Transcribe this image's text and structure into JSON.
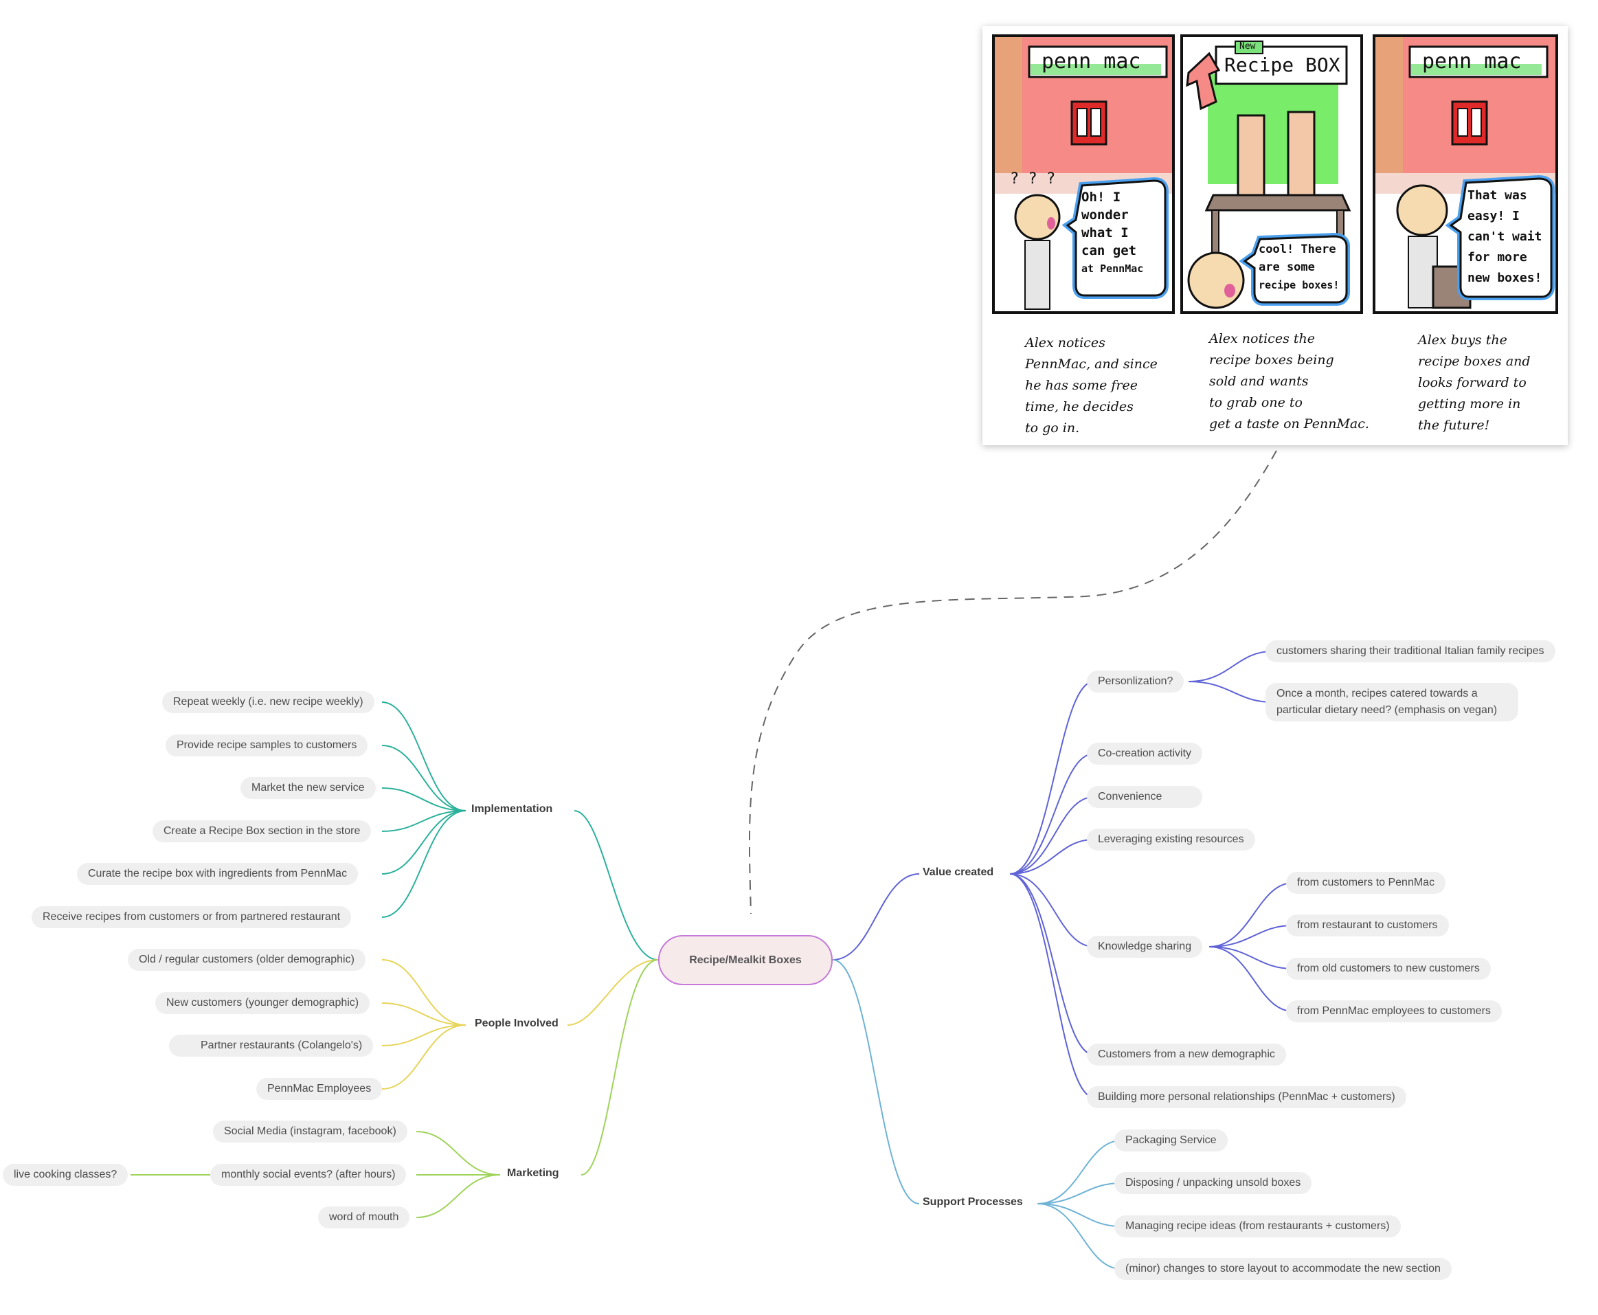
{
  "central": "Recipe/Mealkit Boxes",
  "branches": {
    "implementation": {
      "label": "Implementation",
      "items": [
        "Repeat weekly (i.e. new recipe weekly)",
        "Provide recipe samples to customers",
        "Market the new service",
        "Create a Recipe Box section in the store",
        "Curate the recipe box with ingredients from PennMac",
        "Receive recipes from customers or from partnered restaurant"
      ]
    },
    "people": {
      "label": "People Involved",
      "items": [
        "Old / regular customers (older demographic)",
        "New customers (younger demographic)",
        "Partner restaurants (Colangelo's)",
        "PennMac Employees"
      ]
    },
    "marketing": {
      "label": "Marketing",
      "items": [
        "Social Media (instagram, facebook)",
        "monthly social events? (after hours)",
        "word of mouth"
      ],
      "sub": "live cooking classes?"
    },
    "value": {
      "label": "Value created",
      "personalization": {
        "label": "Personlization?",
        "items": [
          "customers sharing their traditional Italian family recipes",
          "Once a month, recipes catered towards a particular dietary need? (emphasis on vegan)"
        ]
      },
      "cocreation": "Co-creation activity",
      "convenience": "Convenience",
      "leveraging": "Leveraging existing resources",
      "knowledge": {
        "label": "Knowledge sharing",
        "items": [
          "from customers to PennMac",
          "from restaurant to customers",
          "from old customers to new customers",
          "from PennMac employees to customers"
        ]
      },
      "demographic": "Customers from a new demographic",
      "relationships": "Building more personal relationships (PennMac + customers)"
    },
    "support": {
      "label": "Support Processes",
      "items": [
        "Packaging Service",
        "Disposing / unpacking unsold boxes",
        "Managing recipe ideas (from restaurants + customers)",
        "(minor) changes to store layout to accommodate the new section"
      ]
    }
  },
  "comic": {
    "panel1": {
      "sign": "penn mac",
      "thought": "? ? ?",
      "bubble": [
        "Oh! I",
        "wonder",
        "what I",
        "can get",
        "at PennMac"
      ]
    },
    "panel2": {
      "badge": "New",
      "sign": "Recipe BOX",
      "bubble": [
        "cool! There",
        "are some",
        "recipe boxes!"
      ]
    },
    "panel3": {
      "sign": "penn mac",
      "bubble": [
        "That was",
        "easy! I",
        "can't wait",
        "for more",
        "new boxes!"
      ]
    },
    "captions": [
      [
        "Alex notices",
        "PennMac, and since",
        "he has some free",
        "time, he decides",
        "to go in."
      ],
      [
        "Alex notices the",
        "recipe boxes being",
        "sold and wants",
        "to grab one to",
        "get a taste on PennMac."
      ],
      [
        "Alex buys the",
        "recipe boxes and",
        "looks forward to",
        "getting more in",
        "the future!"
      ]
    ]
  },
  "colors": {
    "implementation": "#2bb19b",
    "people": "#e7d45a",
    "marketing": "#9fd35a",
    "value": "#5f63d6",
    "support": "#6fb3d6",
    "central_border": "#c57ad9"
  }
}
